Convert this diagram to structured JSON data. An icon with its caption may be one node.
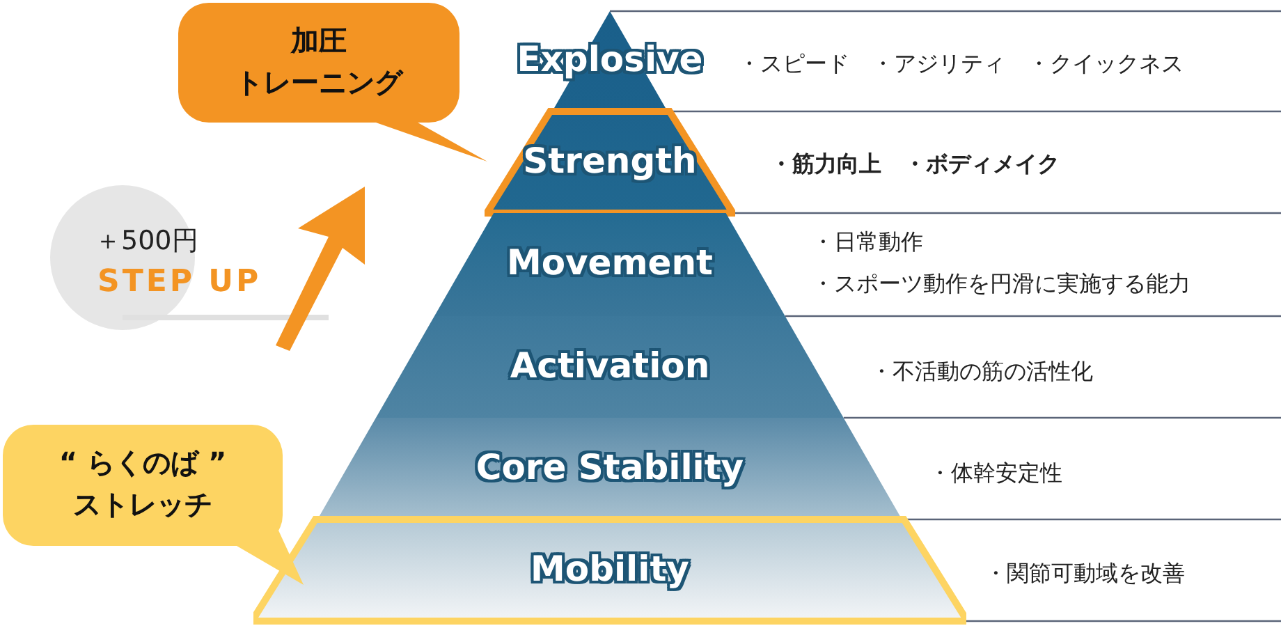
{
  "diagram": {
    "nodes": [
      {
        "text": [
          "Explosive"
        ]
      },
      {
        "text": [
          "Strength"
        ],
        "beside": [
          "・筋力向上　・ボディメイク"
        ]
      },
      {
        "text": [
          "Movement"
        ],
        "beside": [
          "・日常動作",
          "・スポーツ動作を円滑に実施する能力"
        ]
      },
      {
        "text": [
          "Activation"
        ],
        "beside": [
          "・不活動の筋の活性化"
        ]
      },
      {
        "text": [
          "Core Stability"
        ],
        "beside": [
          "・体幹安定性"
        ]
      },
      {
        "text": [
          "Mobility"
        ],
        "beside": [
          "・関節可動域を改善"
        ]
      },
      {
        "text": [
          "加圧",
          "トレーニング"
        ]
      },
      {
        "text": [
          "“ らくのば ”",
          "ストレッチ"
        ]
      }
    ],
    "labels": [
      "・スピード　・アジリティ　・クイックネス",
      "＋500円",
      "STEP UP"
    ]
  }
}
